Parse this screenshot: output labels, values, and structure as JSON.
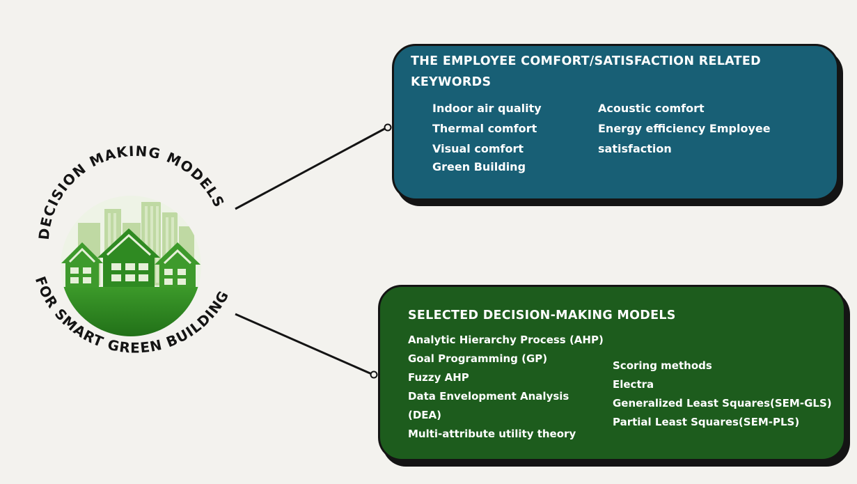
{
  "badge": {
    "top_arc_text": "DECISION MAKING MODELS",
    "bottom_arc_text": "FOR SMART GREEN BUILDING",
    "icon": "green-houses-illustration"
  },
  "keywords_box": {
    "title_line1": "THE EMPLOYEE COMFORT/SATISFACTION RELATED",
    "title_line2": "KEYWORDS",
    "left_items": [
      "Indoor air quality",
      "Thermal comfort",
      "Visual comfort",
      "Green Building"
    ],
    "right_items": [
      "Acoustic comfort",
      "Energy efficiency Employee",
      "satisfaction"
    ],
    "color": "#185f75"
  },
  "models_box": {
    "title": "SELECTED DECISION-MAKING MODELS",
    "left_items": [
      "Analytic Hierarchy Process (AHP)",
      "Goal Programming (GP)",
      "Fuzzy AHP",
      "Data Envelopment Analysis",
      "(DEA)",
      "Multi-attribute utility theory"
    ],
    "right_items": [
      "Scoring methods",
      "Electra",
      "Generalized Least Squares(SEM-GLS)",
      "Partial Least Squares(SEM-PLS)"
    ],
    "color": "#1d5c1d"
  }
}
